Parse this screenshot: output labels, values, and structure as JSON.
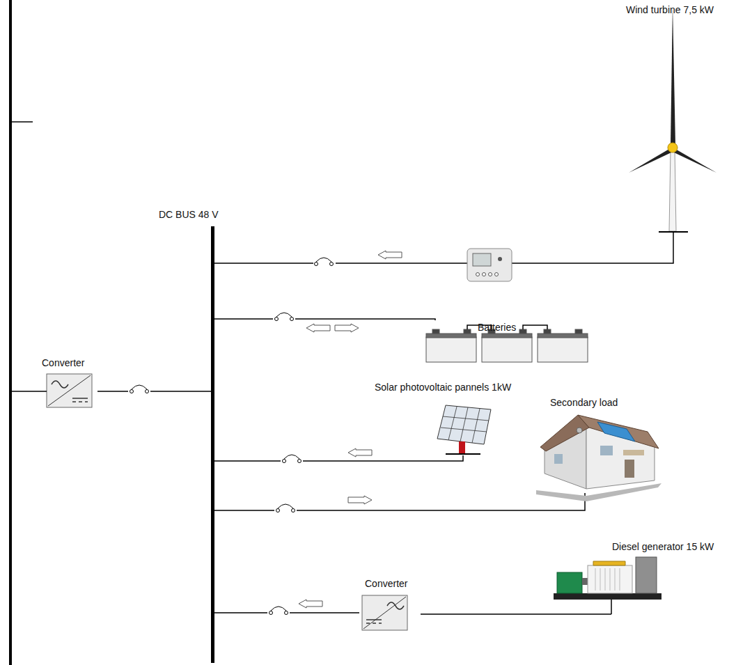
{
  "diagram": {
    "nodes": [
      {
        "text": [
          "DC BUS 48 V"
        ]
      },
      {
        "text": [
          "Wind turbine 7,5 kW"
        ]
      },
      {
        "text": [
          "Batteries"
        ]
      },
      {
        "text": [
          "Solar photovoltaic pannels 1kW"
        ]
      },
      {
        "text": [
          "Secondary load"
        ]
      },
      {
        "text": [
          "Diesel generator 15 kW"
        ]
      },
      {
        "text": [
          "Converter"
        ]
      },
      {
        "text": [
          "Converter"
        ]
      }
    ],
    "edges": [
      {
        "from": 1,
        "to": 0,
        "arrow": "to"
      },
      {
        "from": 2,
        "to": 0,
        "arrow": "both"
      },
      {
        "from": 3,
        "to": 0,
        "arrow": "to"
      },
      {
        "from": 0,
        "to": 4,
        "arrow": "to"
      },
      {
        "from": 5,
        "to": 7,
        "arrow": "none"
      },
      {
        "from": 7,
        "to": 0,
        "arrow": "to"
      },
      {
        "from": 6,
        "to": 0,
        "arrow": "none"
      }
    ]
  }
}
